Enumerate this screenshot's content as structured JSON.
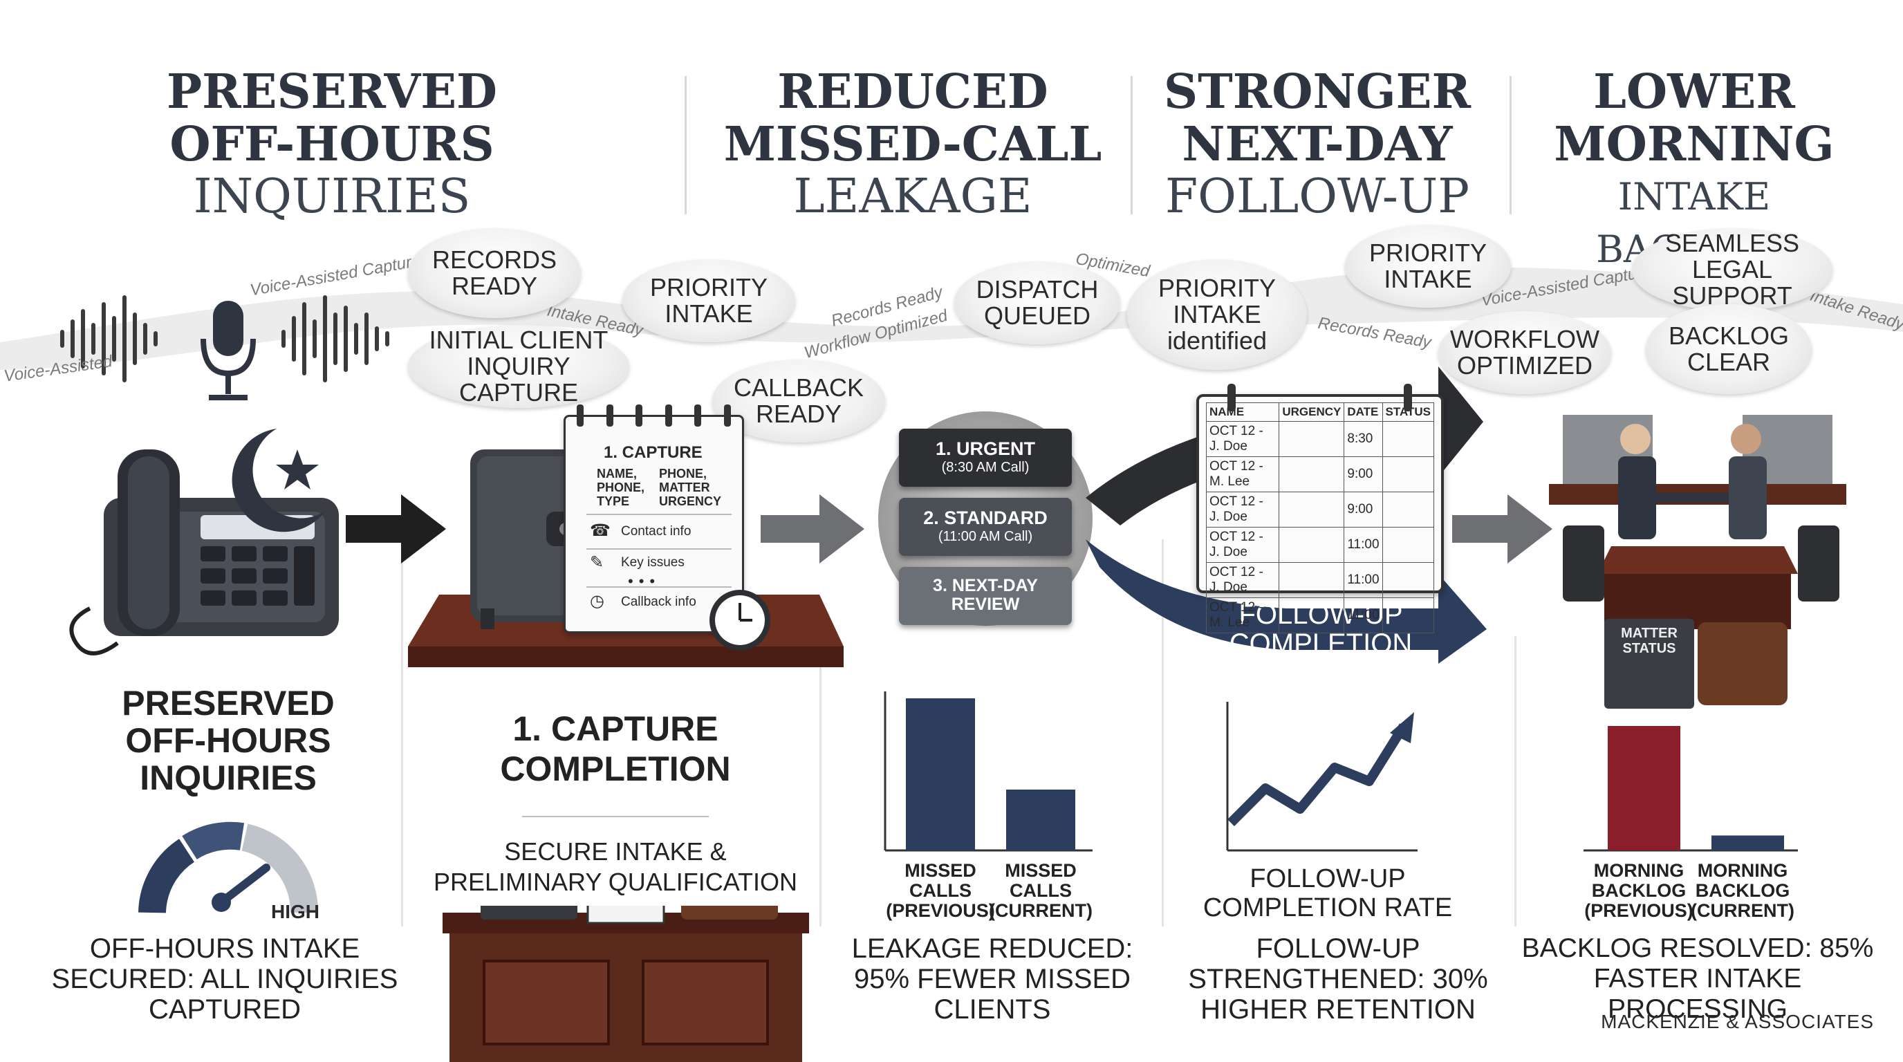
{
  "headers": [
    {
      "l1": "PRESERVED",
      "l2": "OFF-HOURS",
      "l3": "INQUIRIES"
    },
    {
      "l1": "REDUCED",
      "l2": "MISSED-CALL",
      "l3": "LEAKAGE"
    },
    {
      "l1": "STRONGER",
      "l2": "NEXT-DAY",
      "l3": "FOLLOW-UP"
    },
    {
      "l1": "LOWER",
      "l2": "MORNING",
      "l3": "INTAKE BACKLOG"
    }
  ],
  "clouds": {
    "records_ready": "RECORDS READY",
    "initial_capture": "INITIAL CLIENT INQUIRY CAPTURE",
    "priority_intake_1": "PRIORITY INTAKE",
    "callback_ready": "CALLBACK READY",
    "dispatch_queued": "DISPATCH QUEUED",
    "priority_identified": "PRIORITY INTAKE identified",
    "priority_intake_2": "PRIORITY INTAKE",
    "workflow_optimized": "WORKFLOW OPTIMIZED",
    "seamless": "SEAMLESS LEGAL SUPPORT",
    "backlog_clear": "BACKLOG CLEAR"
  },
  "ribbon_text": {
    "voice_assisted_1": "Voice-Assisted",
    "voice_assisted_capture_1": "Voice-Assisted Capture",
    "intake_ready_1": "Intake Ready",
    "records_ready_small": "Records Ready",
    "workflow_optimized_small": "Workflow Optimized",
    "optimized": "Optimized",
    "records_ready_small_2": "Records Ready",
    "voice_assisted_capture_2": "Voice-Assisted Capture",
    "intake_ready_2": "Intake Ready"
  },
  "notepad": {
    "title": "1. CAPTURE",
    "field1": "NAME, PHONE, TYPE",
    "field2": "PHONE, MATTER URGENCY",
    "contact": "Contact info",
    "key": "Key issues",
    "callback": "Callback info"
  },
  "queue": [
    {
      "label": "1. URGENT",
      "sub": "(8:30 AM Call)"
    },
    {
      "label": "2. STANDARD",
      "sub": "(11:00 AM Call)"
    },
    {
      "label": "3. NEXT-DAY REVIEW",
      "sub": ""
    }
  ],
  "schedule": {
    "columns": [
      "NAME",
      "URGENCY",
      "DATE",
      "STATUS"
    ],
    "rows": [
      [
        "OCT 12 - J. Doe",
        "",
        "8:30",
        ""
      ],
      [
        "OCT 12 - M. Lee",
        "",
        "9:00",
        ""
      ],
      [
        "OCT 12 - J. Doe",
        "",
        "9:00",
        ""
      ],
      [
        "OCT 12 - J. Doe",
        "",
        "11:00",
        ""
      ],
      [
        "OCT 12 - J. Doe",
        "",
        "11:00",
        ""
      ],
      [
        "OCT 12 - M. Lee",
        "",
        "11:00",
        ""
      ]
    ]
  },
  "followup_arrow_label": "FOLLOW-UP COMPLETION RATE",
  "sections": {
    "s1_title": "PRESERVED OFF-HOURS INQUIRIES",
    "s1_gauge": "HIGH",
    "s1_caption": "OFF-HOURS INTAKE SECURED: ALL INQUIRIES CAPTURED",
    "s2_title": "1. CAPTURE COMPLETION",
    "s2_sub": "SECURE INTAKE & PRELIMINARY QUALIFICATION",
    "s3_caption": "LEAKAGE REDUCED: 95% FEWER MISSED CLIENTS",
    "s4_label": "FOLLOW-UP COMPLETION RATE",
    "s4_caption": "FOLLOW-UP STRENGTHENED: 30% HIGHER RETENTION",
    "s5_caption": "BACKLOG RESOLVED: 85% FASTER INTAKE PROCESSING",
    "brand": "MACKENZIE & ASSOCIATES",
    "matter_status": "MATTER STATUS"
  },
  "chart_data": [
    {
      "type": "bar",
      "categories": [
        "MISSED CALLS (PREVIOUS)",
        "MISSED CALLS (CURRENT)"
      ],
      "values": [
        100,
        40
      ],
      "colors": [
        "#2c3d5e",
        "#2c3d5e"
      ]
    },
    {
      "type": "line",
      "values": [
        20,
        45,
        30,
        60,
        50,
        90
      ],
      "color": "#2c3d5e"
    },
    {
      "type": "bar",
      "categories": [
        "MORNING BACKLOG (PREVIOUS)",
        "MORNING BACKLOG (CURRENT)"
      ],
      "values": [
        100,
        12
      ],
      "colors": [
        "#8a1f2b",
        "#2c3d5e"
      ]
    }
  ],
  "colors": {
    "navy": "#2c3d5e",
    "dark": "#2f3540",
    "wood": "#5a2a1c",
    "maroon": "#8a1f2b"
  }
}
